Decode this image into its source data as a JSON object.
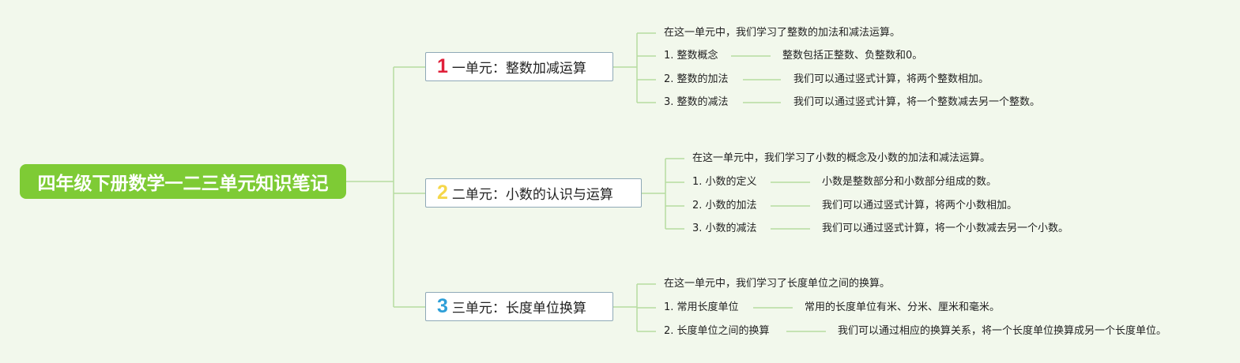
{
  "root": {
    "title": "四年级下册数学一二三单元知识笔记"
  },
  "colors": {
    "root_fill": "#7ecb35",
    "connector": "#b6dca0",
    "unit_border": "#8fa9b7",
    "unit1_number": "#e0203a",
    "unit2_number": "#f5d74a",
    "unit3_number": "#2e9fd8"
  },
  "units": [
    {
      "number": "1",
      "title": "一单元：整数加减运算",
      "summary": "在这一单元中，我们学习了整数的加法和减法运算。",
      "items": [
        {
          "label": "1. 整数概念",
          "desc": "整数包括正整数、负整数和0。"
        },
        {
          "label": "2. 整数的加法",
          "desc": "我们可以通过竖式计算，将两个整数相加。"
        },
        {
          "label": "3. 整数的减法",
          "desc": "我们可以通过竖式计算，将一个整数减去另一个整数。"
        }
      ]
    },
    {
      "number": "2",
      "title": "二单元：小数的认识与运算",
      "summary": "在这一单元中，我们学习了小数的概念及小数的加法和减法运算。",
      "items": [
        {
          "label": "1. 小数的定义",
          "desc": "小数是整数部分和小数部分组成的数。"
        },
        {
          "label": "2. 小数的加法",
          "desc": "我们可以通过竖式计算，将两个小数相加。"
        },
        {
          "label": "3. 小数的减法",
          "desc": "我们可以通过竖式计算，将一个小数减去另一个小数。"
        }
      ]
    },
    {
      "number": "3",
      "title": "三单元：长度单位换算",
      "summary": "在这一单元中，我们学习了长度单位之间的换算。",
      "items": [
        {
          "label": "1. 常用长度单位",
          "desc": "常用的长度单位有米、分米、厘米和毫米。"
        },
        {
          "label": "2. 长度单位之间的换算",
          "desc": "我们可以通过相应的换算关系，将一个长度单位换算成另一个长度单位。"
        }
      ]
    }
  ]
}
